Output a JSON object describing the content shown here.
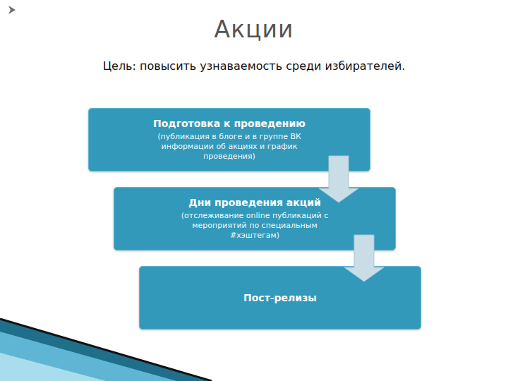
{
  "diagram": {
    "title": "Акции",
    "nodes": [
      {
        "text": [
          "Подготовка к проведению",
          "(публикация в блоге и в группе ВК информации об акциях и график проведения)"
        ]
      },
      {
        "text": [
          "Дни проведения акций",
          "(отслеживание online публикаций с мероприятий по специальным #хэштегам)"
        ]
      },
      {
        "text": [
          "Пост-релизы"
        ]
      }
    ],
    "edges": [
      {
        "from": 0,
        "to": 1,
        "arrow": "to"
      },
      {
        "from": 1,
        "to": 2,
        "arrow": "to"
      }
    ],
    "labels": [
      "Цель: повысить узнаваемость среди избирателей."
    ]
  }
}
